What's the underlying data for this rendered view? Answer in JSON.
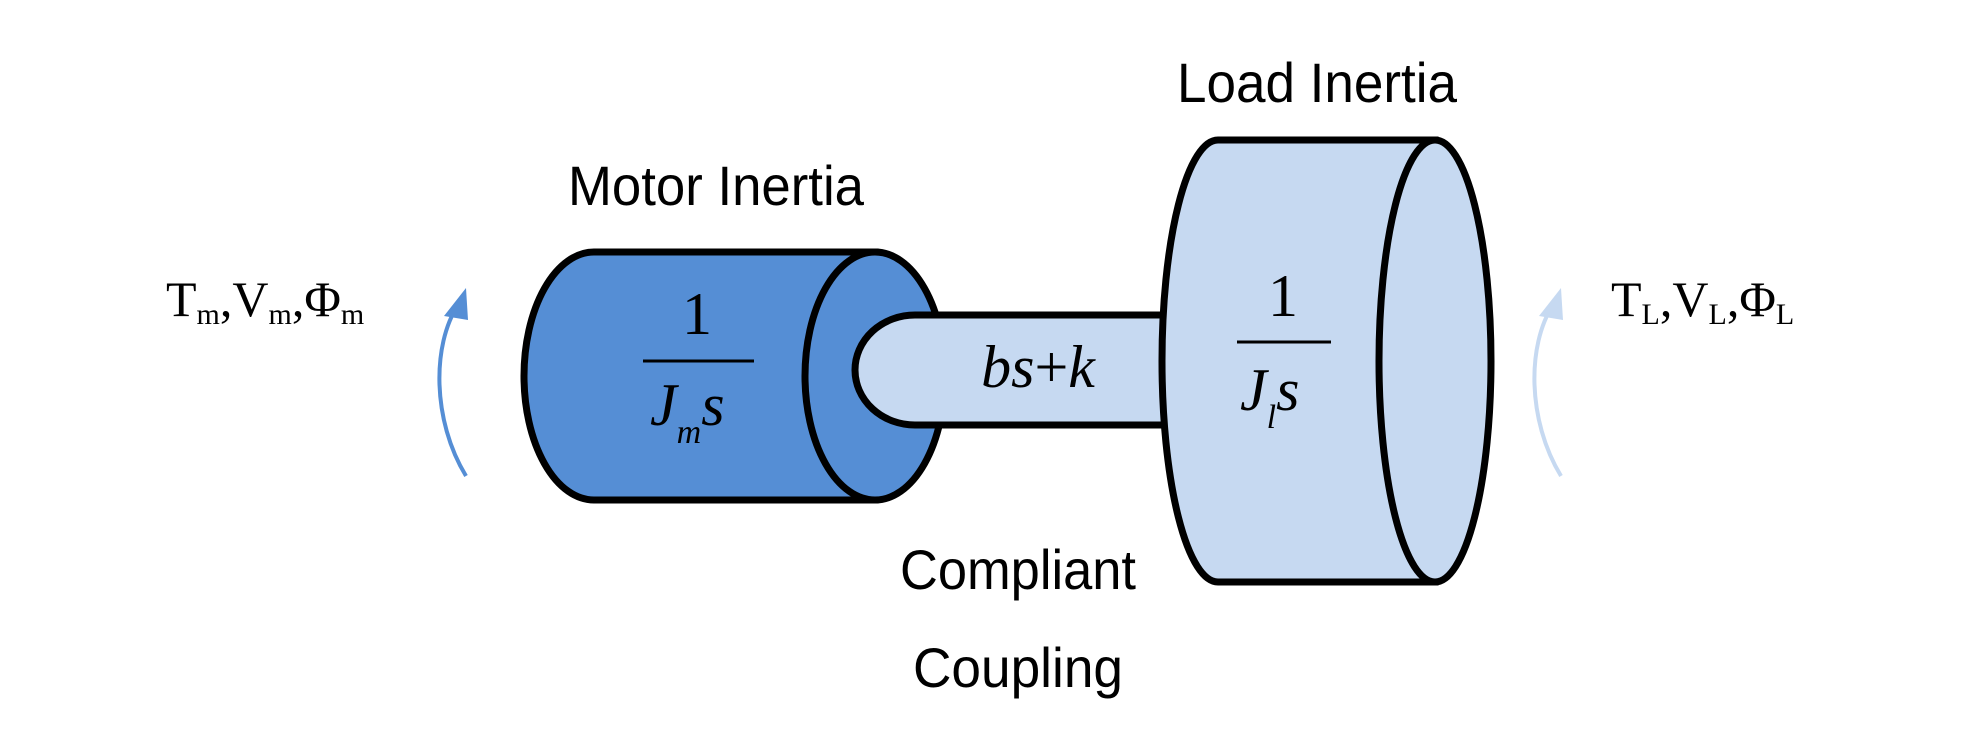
{
  "labels": {
    "motor_inertia": "Motor Inertia",
    "load_inertia": "Load Inertia",
    "compliant": "Compliant",
    "coupling": "Coupling"
  },
  "motor_transfer": {
    "numerator": "1",
    "den_symbol": "J",
    "den_subscript": "m",
    "den_var": "s"
  },
  "load_transfer": {
    "numerator": "1",
    "den_symbol": "J",
    "den_subscript": "l",
    "den_var": "s"
  },
  "coupling_transfer": {
    "b": "b",
    "s": "s",
    "plus": "+",
    "k": "k"
  },
  "motor_signals": {
    "T": "T",
    "T_sub": "m",
    "sep1": ",",
    "V": "V",
    "V_sub": "m",
    "sep2": ",",
    "Phi": "Φ",
    "Phi_sub": "m"
  },
  "load_signals": {
    "T": "T",
    "T_sub": "L",
    "sep1": ",",
    "V": "V",
    "V_sub": "L",
    "sep2": ",",
    "Phi": "Φ",
    "Phi_sub": "L"
  },
  "colors": {
    "motor_fill": "#558ed5",
    "load_fill": "#c6d9f1",
    "shaft_fill": "#c6d9f1",
    "outline": "#000000",
    "motor_arrow": "#558ed5",
    "load_arrow": "#c6d9f1"
  },
  "icons": {
    "motor_arrow": "curved-arrow-up-icon",
    "load_arrow": "curved-arrow-up-icon"
  }
}
